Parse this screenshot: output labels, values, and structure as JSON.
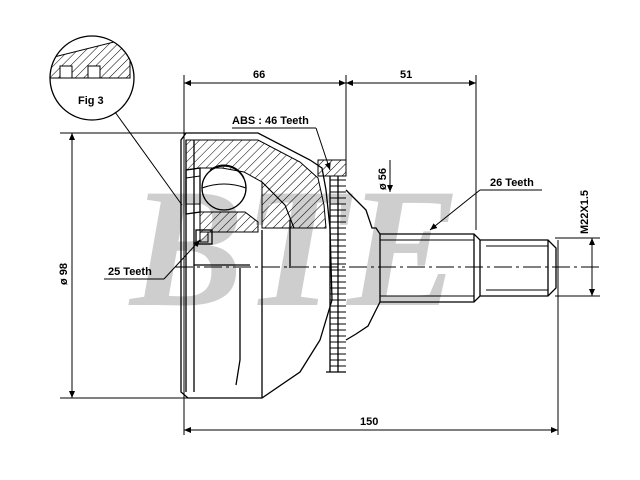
{
  "watermark": "BTE",
  "detail_label": "Fig 3",
  "callouts": {
    "abs": "ABS : 46 Teeth",
    "outer_spline": "26 Teeth",
    "inner_spline": "25 Teeth"
  },
  "dimensions": {
    "body_length": "66",
    "shaft_length": "51",
    "overall_length": "150",
    "outer_diameter": "ø 98",
    "seat_diameter": "ø 56",
    "thread": "M22X1.5"
  },
  "colors": {
    "line": "#000000",
    "watermark": "#b9b9b9"
  }
}
